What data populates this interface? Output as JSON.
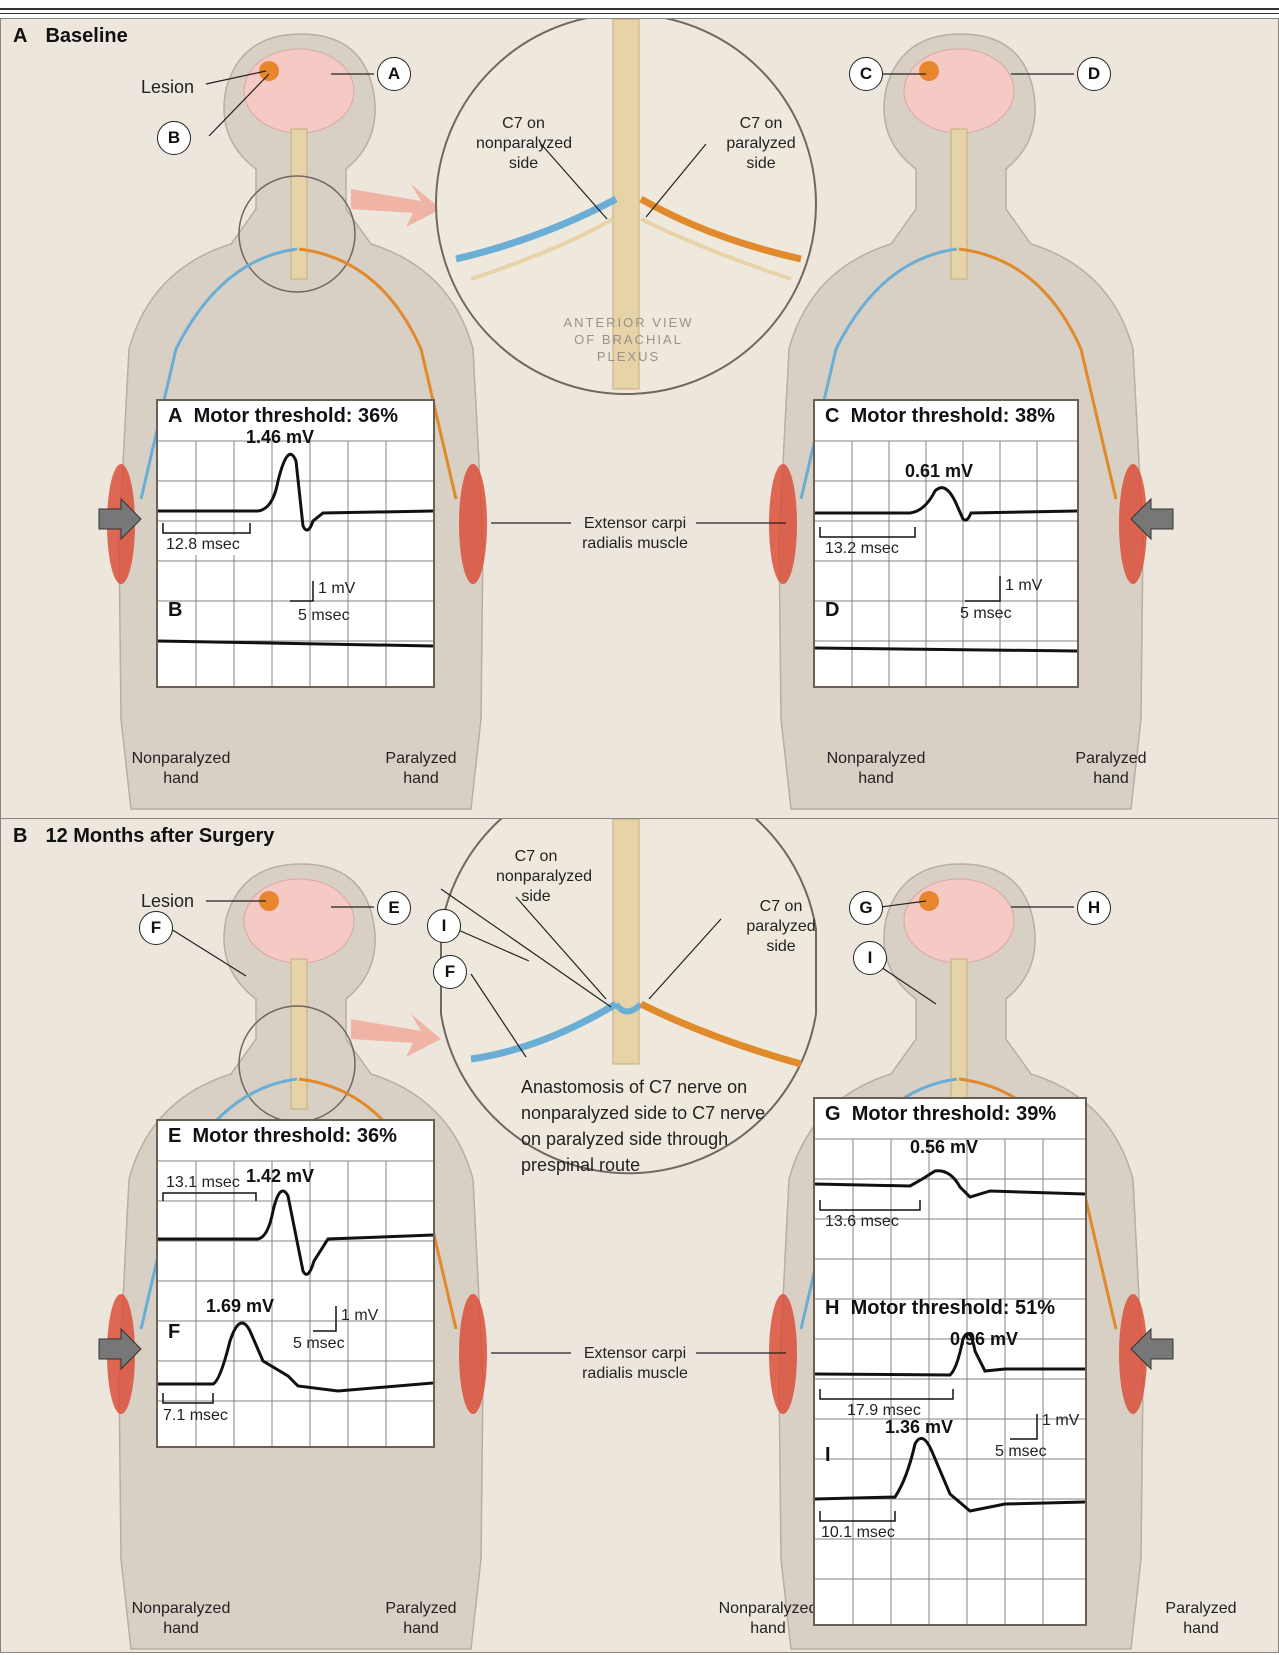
{
  "panel_a": {
    "letter": "A",
    "title": "Baseline",
    "lesion_label": "Lesion",
    "c7_nonparalyzed": "C7 on nonparalyzed side",
    "c7_paralyzed": "C7 on paralyzed side",
    "anterior_view": "ANTERIOR VIEW OF BRACHIAL PLEXUS",
    "extensor_label": "Extensor carpi radialis muscle",
    "left_hand": "Nonparalyzed hand",
    "right_hand": "Paralyzed hand",
    "left_hand2": "Nonparalyzed hand",
    "right_hand2": "Paralyzed hand",
    "callouts": [
      "A",
      "B",
      "C",
      "D"
    ],
    "box_left": {
      "title_letter": "A",
      "title": "Motor threshold: 36%",
      "amp": "1.46 mV",
      "latency": "12.8 msec",
      "scale_mv": "1 mV",
      "scale_ms": "5 msec",
      "second_letter": "B"
    },
    "box_right": {
      "title_letter": "C",
      "title": "Motor threshold: 38%",
      "amp": "0.61 mV",
      "latency": "13.2 msec",
      "scale_mv": "1 mV",
      "scale_ms": "5 msec",
      "second_letter": "D"
    }
  },
  "panel_b": {
    "letter": "B",
    "title": "12 Months after Surgery",
    "lesion_label": "Lesion",
    "c7_nonparalyzed": "C7 on nonparalyzed side",
    "c7_paralyzed": "C7 on paralyzed side",
    "caption": "Anastomosis of C7 nerve on nonparalyzed side to C7 nerve on paralyzed side through prespinal route",
    "extensor_label": "Extensor carpi radialis muscle",
    "left_hand": "Nonparalyzed hand",
    "right_hand": "Paralyzed hand",
    "left_hand2": "Nonparalyzed hand",
    "right_hand2": "Paralyzed hand",
    "callouts": [
      "E",
      "F",
      "I",
      "F",
      "G",
      "H",
      "I"
    ],
    "box_left": {
      "title_letter": "E",
      "title": "Motor threshold: 36%",
      "amp": "1.42 mV",
      "latency": "13.1 msec",
      "second_letter": "F",
      "amp2": "1.69 mV",
      "latency2": "7.1 msec",
      "scale_mv": "1 mV",
      "scale_ms": "5 msec"
    },
    "box_right": {
      "title_letter": "G",
      "title": "Motor threshold: 39%",
      "amp": "0.56 mV",
      "latency": "13.6 msec",
      "h_letter": "H",
      "h_title": "Motor threshold: 51%",
      "amp_h": "0.96 mV",
      "latency_h": "17.9 msec",
      "i_letter": "I",
      "amp_i": "1.36 mV",
      "latency_i": "10.1 msec",
      "scale_mv": "1 mV",
      "scale_ms": "5 msec"
    }
  },
  "colors": {
    "panel_bg": "#ede6dc",
    "nonparalyzed_nerve": "#6aaed6",
    "paralyzed_nerve": "#e08a2c",
    "brain": "#f5c9c4",
    "lesion": "#e8862e",
    "muscle": "#d9503a"
  }
}
